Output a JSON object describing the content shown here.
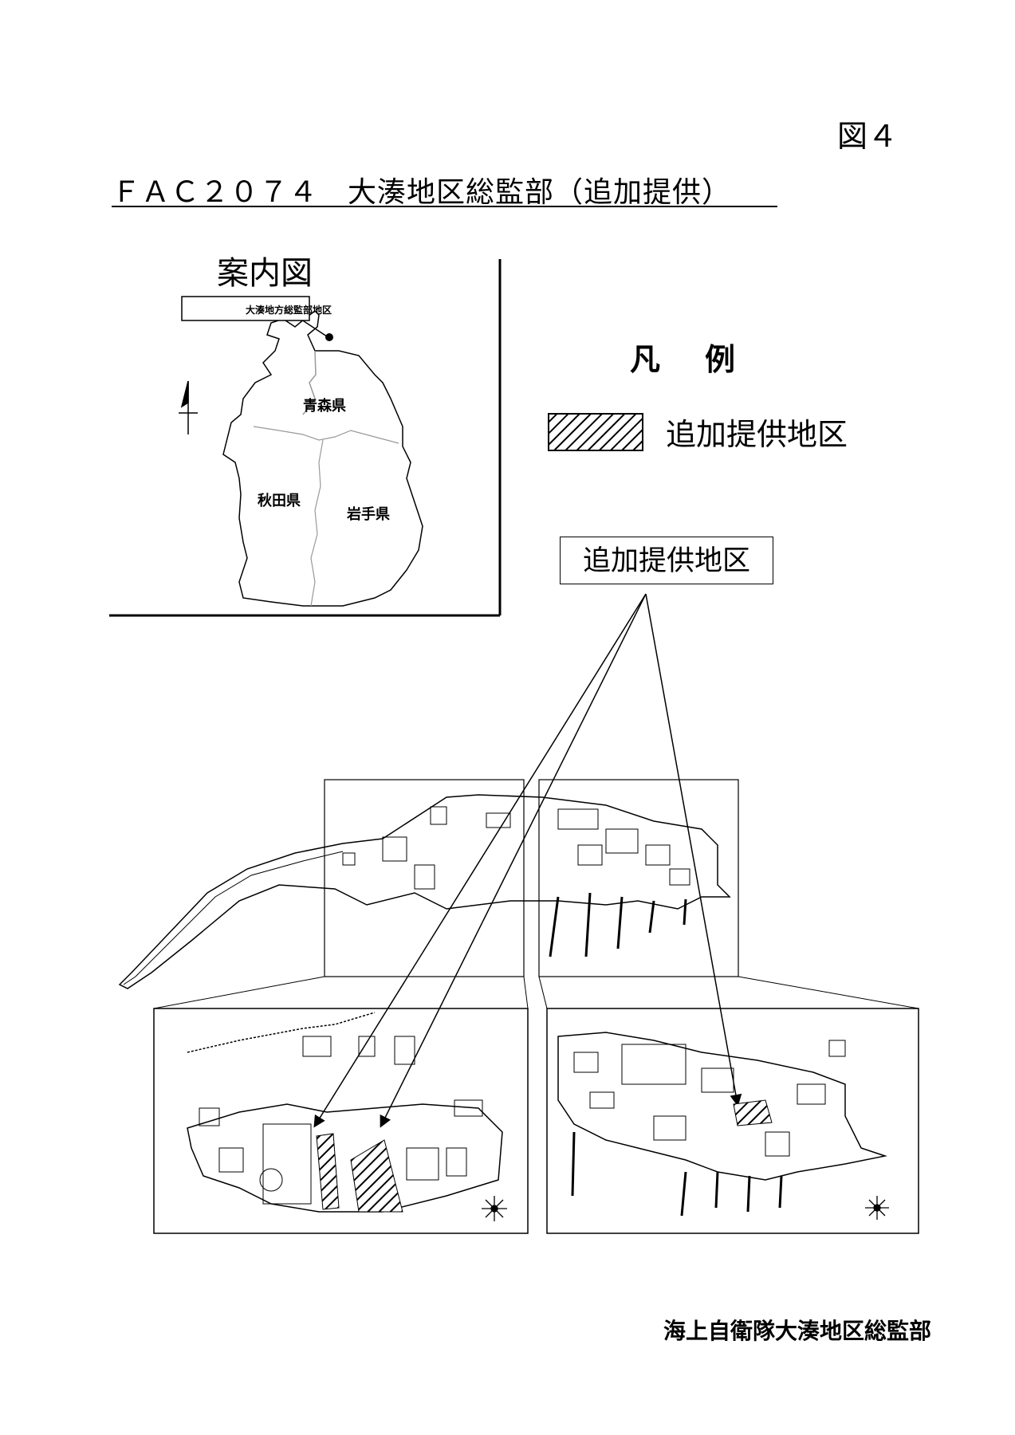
{
  "figure_number": "図４",
  "title": "ＦＡＣ２０７４　大湊地区総監部（追加提供）",
  "guide_map": {
    "title": "案内図",
    "location_label": "大湊地方総監部地区",
    "prefectures": [
      "青森県",
      "秋田県",
      "岩手県"
    ],
    "north_arrow_icon": "north-arrow-icon"
  },
  "legend": {
    "title": "凡例",
    "items": [
      {
        "label": "追加提供地区",
        "pattern": "diagonal-hatch"
      }
    ]
  },
  "callout": {
    "label": "追加提供地区"
  },
  "organization": "海上自衛隊大湊地区総監部",
  "compass_icon": "compass-rose-icon"
}
